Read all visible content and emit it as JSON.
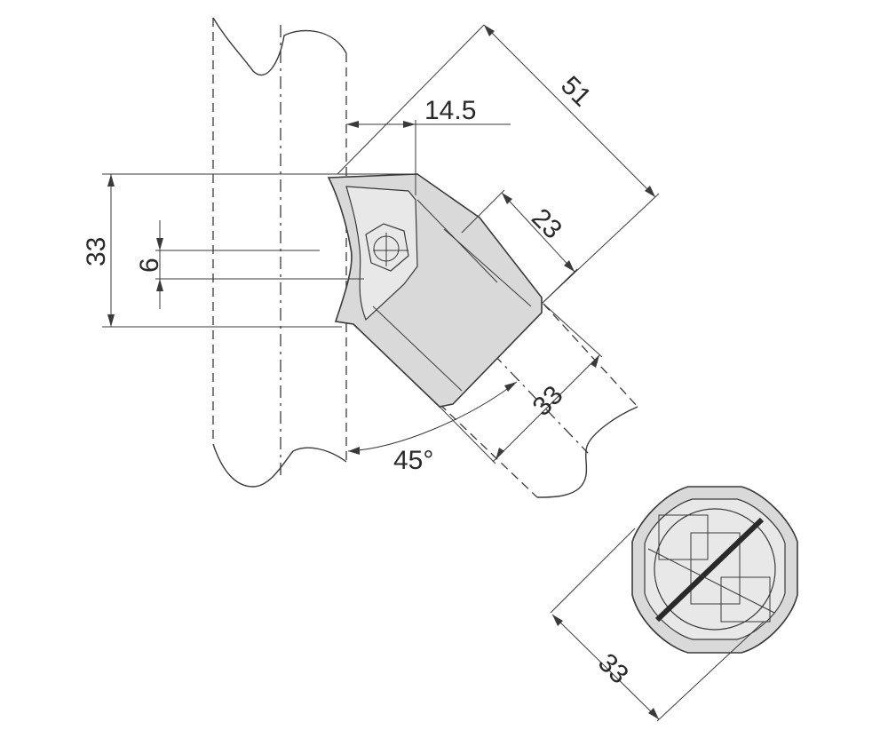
{
  "dimensions": {
    "pipe_diameter_vertical": "33",
    "bolt_size": "6",
    "offset": "14.5",
    "overall_length": "51",
    "socket_length": "23",
    "pipe_diameter_angled": "33",
    "angle": "45°",
    "end_view_diameter": "33"
  },
  "colors": {
    "line": "#3a3a3a",
    "fitting_fill": "#d9d9d9",
    "background": "#ffffff"
  }
}
